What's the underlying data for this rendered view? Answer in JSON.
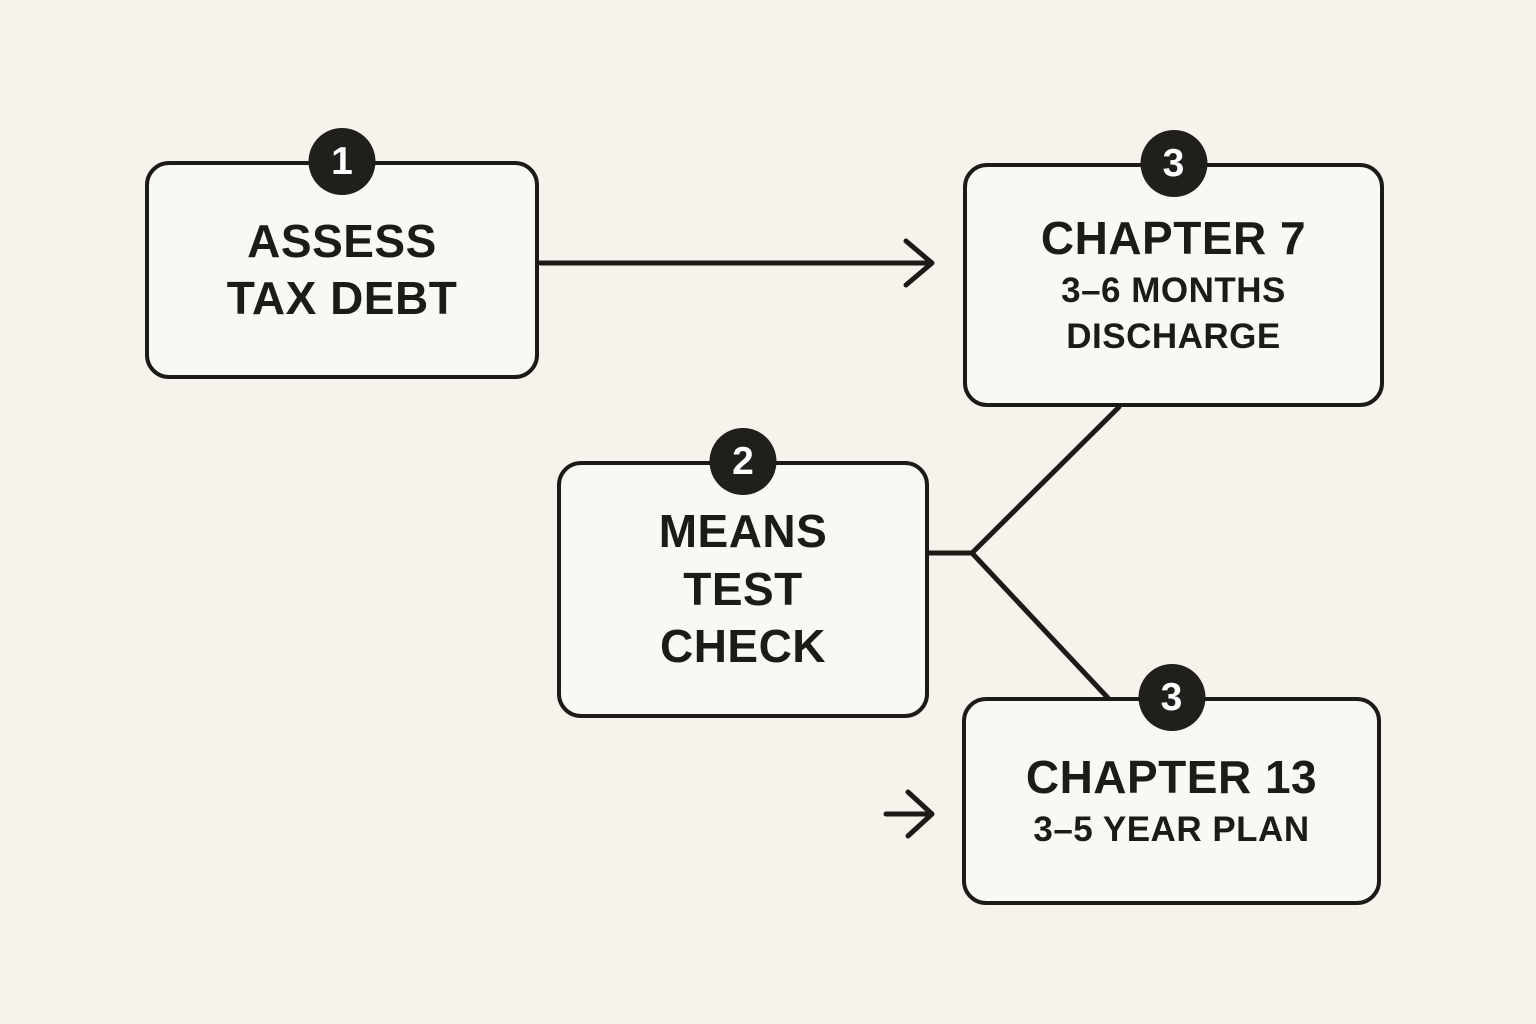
{
  "palette": {
    "background": "#f6f3ec",
    "box_fill": "#faf8f2",
    "line_color": "#1d1b18",
    "badge_fill": "#211f1c",
    "badge_text": "#ffffff"
  },
  "nodes": {
    "assess_tax_debt": {
      "badge": "1",
      "lines": [
        "ASSESS",
        "TAX DEBT"
      ]
    },
    "means_test_check": {
      "badge": "2",
      "lines": [
        "MEANS",
        "TEST",
        "CHECK"
      ]
    },
    "chapter_7": {
      "badge": "3",
      "title": "CHAPTER 7",
      "subtitle_lines": [
        "3–6 MONTHS",
        "DISCHARGE"
      ]
    },
    "chapter_13": {
      "badge": "3",
      "title": "CHAPTER 13",
      "subtitle_lines": [
        "3–5 YEAR PLAN"
      ]
    }
  },
  "connectors": {
    "assess_to_chapter7": {
      "type": "arrow",
      "from": "assess_tax_debt",
      "to": "chapter_7"
    },
    "means_to_chapter7": {
      "type": "line",
      "from": "means_test_check",
      "to": "chapter_7"
    },
    "means_to_chapter13": {
      "type": "line",
      "from": "means_test_check",
      "to": "chapter_13"
    },
    "into_chapter13": {
      "type": "arrow",
      "to": "chapter_13"
    }
  }
}
